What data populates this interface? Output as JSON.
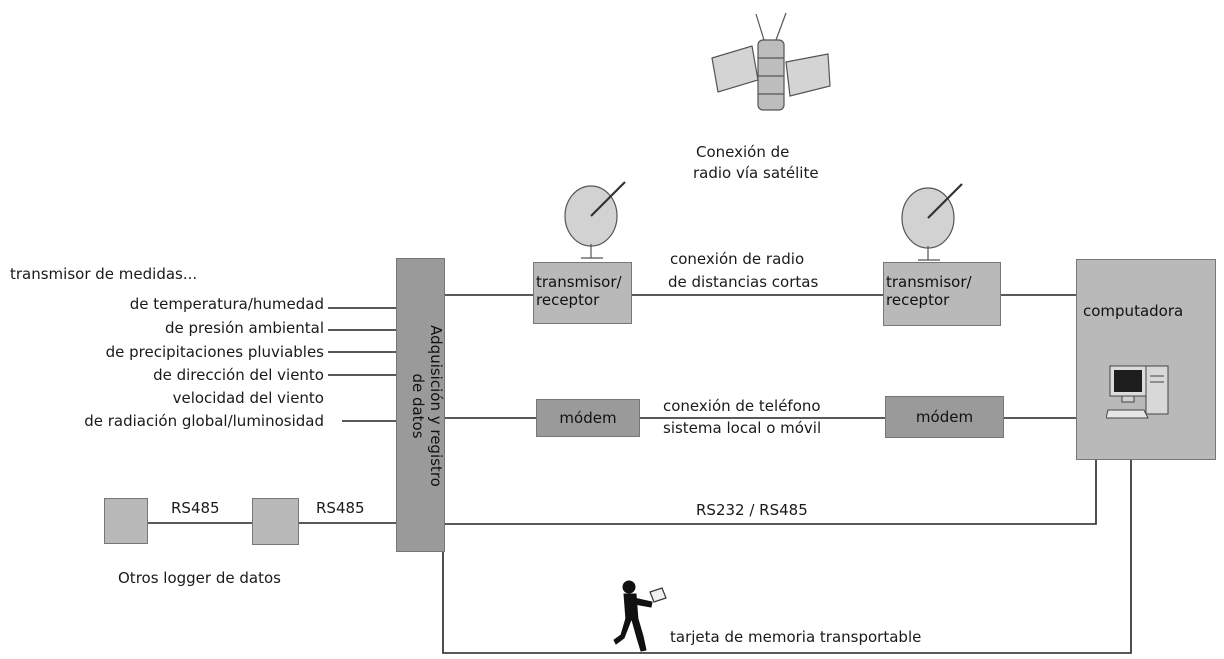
{
  "sensors": {
    "header": "transmisor de medidas...",
    "items": [
      "de temperatura/humedad",
      "de presión ambiental",
      "de precipitaciones pluviables",
      "de dirección del viento",
      "velocidad del viento",
      "de radiación global/luminosidad"
    ]
  },
  "logger": {
    "label_line1": "Adquisición y registro",
    "label_line2": "de datos"
  },
  "radio_short": {
    "left_box": {
      "line1": "transmisor/",
      "line2": "receptor"
    },
    "right_box": {
      "line1": "transmisor/",
      "line2": "receptor"
    },
    "link_line1": "conexión de radio",
    "link_line2": "de distancias cortas"
  },
  "satellite": {
    "line1": "Conexión de",
    "line2": "radio vía satélite"
  },
  "modem": {
    "left_label": "módem",
    "right_label": "módem",
    "link_line1": "conexión de teléfono",
    "link_line2": "sistema local o móvil"
  },
  "computer": {
    "label": "computadora"
  },
  "serial": {
    "link_label": "RS232 / RS485"
  },
  "other_loggers": {
    "link1": "RS485",
    "link2": "RS485",
    "caption": "Otros logger de datos"
  },
  "memory_card": {
    "label": "tarjeta de memoria transportable"
  },
  "icons": {
    "satellite": "satellite-icon",
    "dish_left": "satellite-dish-icon",
    "dish_right": "satellite-dish-icon",
    "computer": "computer-icon",
    "person": "walking-person-icon"
  },
  "colors": {
    "box_fill": "#b9b9b9",
    "box_fill_dark": "#9a9a9a",
    "line": "#222222",
    "screen": "#1e1e1e"
  }
}
